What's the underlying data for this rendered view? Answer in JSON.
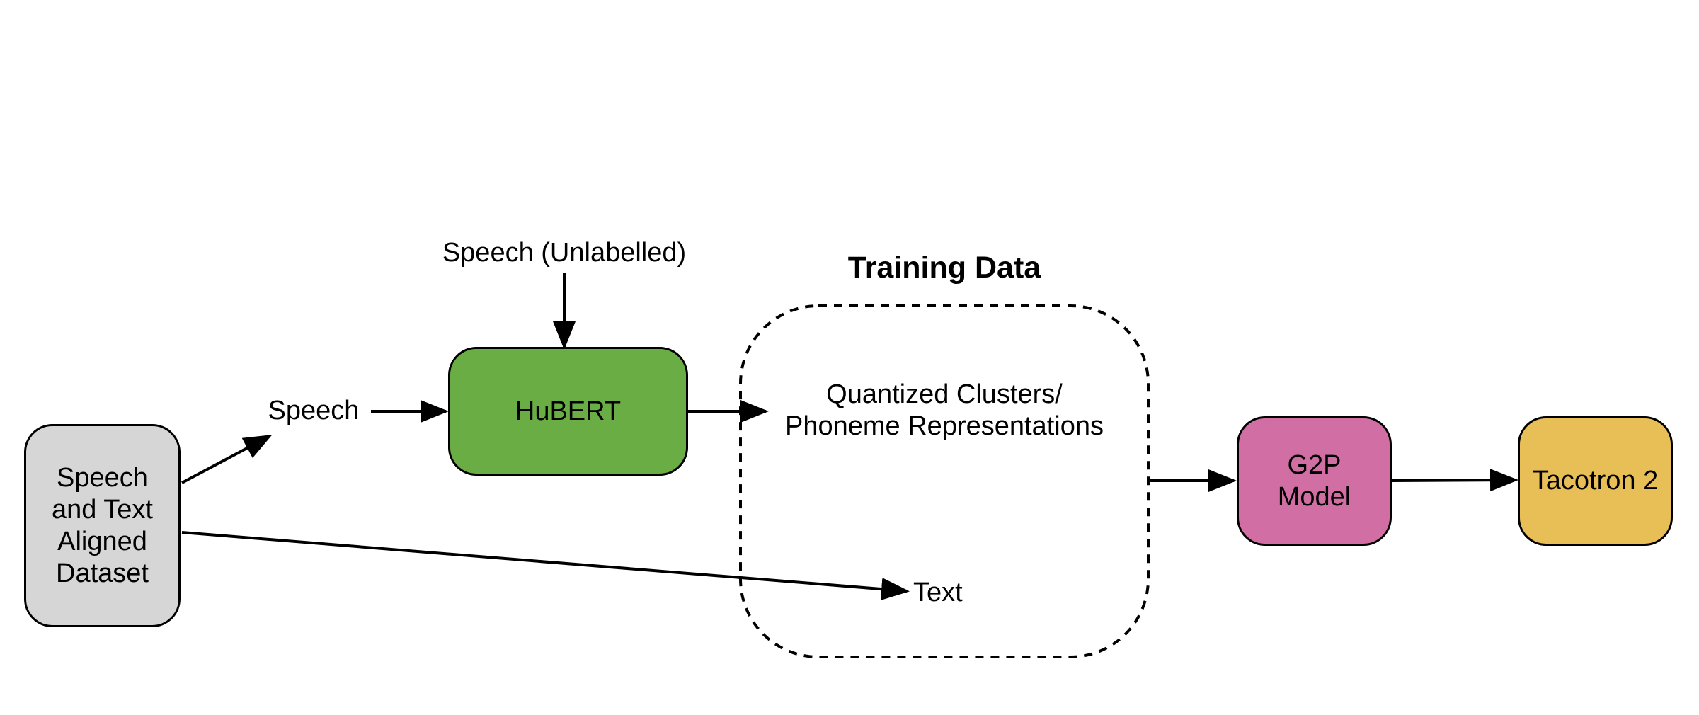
{
  "nodes": {
    "dataset": {
      "label": "Speech\nand Text\nAligned\nDataset",
      "color": "#d6d6d6"
    },
    "hubert": {
      "label": "HuBERT",
      "color": "#6aad45"
    },
    "g2p": {
      "label": "G2P\nModel",
      "color": "#d16fa4"
    },
    "tacotron": {
      "label": "Tacotron 2",
      "color": "#e8bf56"
    }
  },
  "labels": {
    "speech": "Speech",
    "speech_unlabelled": "Speech (Unlabelled)",
    "quantized": "Quantized Clusters/\nPhoneme Representations",
    "text": "Text"
  },
  "group": {
    "title": "Training Data"
  },
  "edges": [
    {
      "from": "dataset",
      "to": "speech"
    },
    {
      "from": "dataset",
      "to": "text"
    },
    {
      "from": "speech",
      "to": "hubert"
    },
    {
      "from": "speech_unlabelled",
      "to": "hubert"
    },
    {
      "from": "hubert",
      "to": "quantized"
    },
    {
      "from": "training_data",
      "to": "g2p"
    },
    {
      "from": "g2p",
      "to": "tacotron"
    }
  ]
}
